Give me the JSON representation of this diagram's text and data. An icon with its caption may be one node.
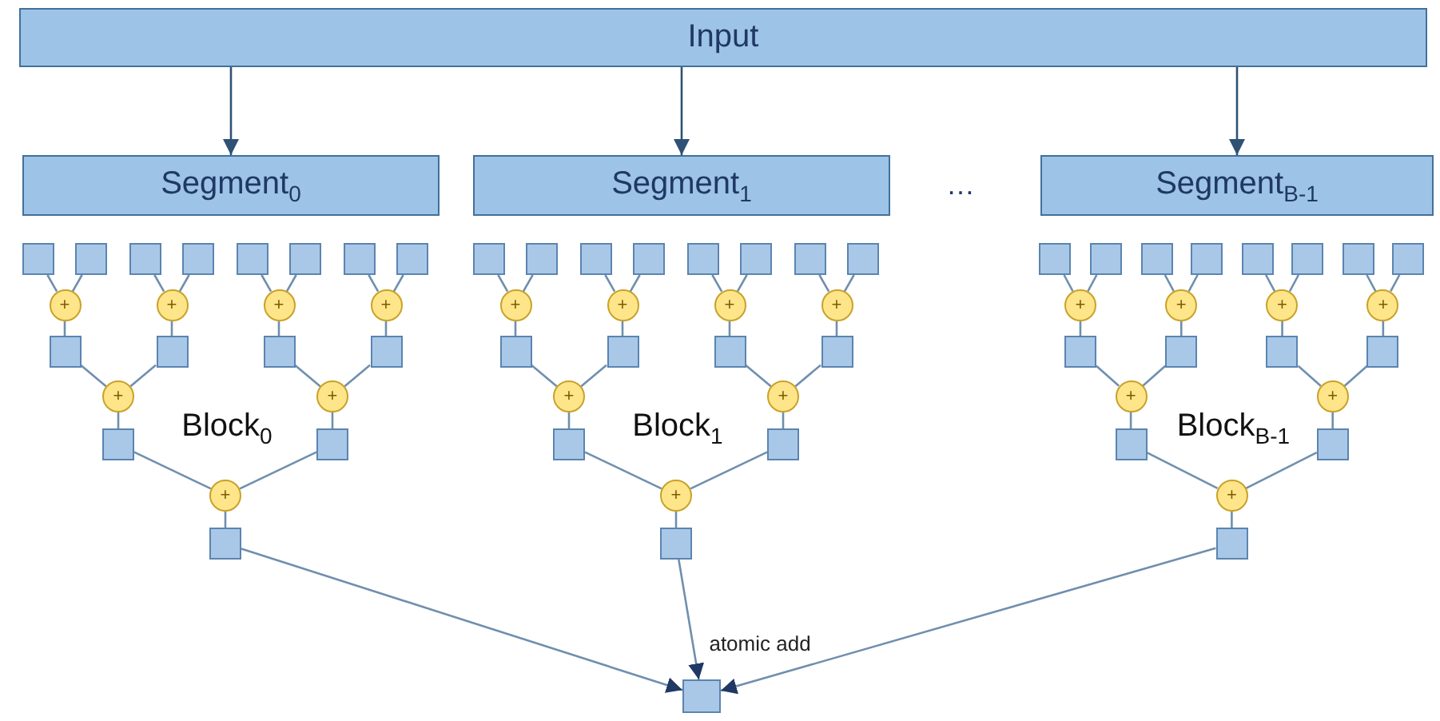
{
  "diagram": {
    "nodes": [
      {
        "text": [
          "Input"
        ]
      },
      {
        "text": [
          "Segment$_{0}$"
        ]
      },
      {
        "text": [
          "Segment$_{1}$"
        ]
      },
      {
        "text": [
          "Segment$_{B-1}$"
        ]
      },
      {
        "text": [],
        "shape": "box"
      },
      {
        "text": [],
        "shape": "box"
      },
      {
        "text": [],
        "shape": "box"
      },
      {
        "text": [],
        "shape": "box"
      },
      {
        "text": [],
        "shape": "box"
      },
      {
        "text": [],
        "shape": "box"
      },
      {
        "text": [],
        "shape": "box"
      },
      {
        "text": [],
        "shape": "box"
      },
      {
        "text": [
          "+"
        ]
      },
      {
        "text": [
          "+"
        ]
      },
      {
        "text": [
          "+"
        ]
      },
      {
        "text": [
          "+"
        ]
      },
      {
        "text": [],
        "shape": "box"
      },
      {
        "text": [],
        "shape": "box"
      },
      {
        "text": [],
        "shape": "box"
      },
      {
        "text": [],
        "shape": "box"
      },
      {
        "text": [
          "+"
        ]
      },
      {
        "text": [
          "+"
        ]
      },
      {
        "text": [],
        "shape": "box"
      },
      {
        "text": [],
        "shape": "box"
      },
      {
        "text": [
          "+"
        ]
      },
      {
        "text": [],
        "shape": "box"
      },
      {
        "text": [],
        "shape": "box"
      },
      {
        "text": [],
        "shape": "box"
      },
      {
        "text": [],
        "shape": "box"
      },
      {
        "text": [],
        "shape": "box"
      },
      {
        "text": [],
        "shape": "box"
      },
      {
        "text": [],
        "shape": "box"
      },
      {
        "text": [],
        "shape": "box"
      },
      {
        "text": [],
        "shape": "box"
      },
      {
        "text": [
          "+"
        ]
      },
      {
        "text": [
          "+"
        ]
      },
      {
        "text": [
          "+"
        ]
      },
      {
        "text": [
          "+"
        ]
      },
      {
        "text": [],
        "shape": "box"
      },
      {
        "text": [],
        "shape": "box"
      },
      {
        "text": [],
        "shape": "box"
      },
      {
        "text": [],
        "shape": "box"
      },
      {
        "text": [
          "+"
        ]
      },
      {
        "text": [
          "+"
        ]
      },
      {
        "text": [],
        "shape": "box"
      },
      {
        "text": [],
        "shape": "box"
      },
      {
        "text": [
          "+"
        ]
      },
      {
        "text": [],
        "shape": "box"
      },
      {
        "text": [],
        "shape": "box"
      },
      {
        "text": [],
        "shape": "box"
      },
      {
        "text": [],
        "shape": "box"
      },
      {
        "text": [],
        "shape": "box"
      },
      {
        "text": [],
        "shape": "box"
      },
      {
        "text": [],
        "shape": "box"
      },
      {
        "text": [],
        "shape": "box"
      },
      {
        "text": [],
        "shape": "box"
      },
      {
        "text": [
          "+"
        ]
      },
      {
        "text": [
          "+"
        ]
      },
      {
        "text": [
          "+"
        ]
      },
      {
        "text": [
          "+"
        ]
      },
      {
        "text": [],
        "shape": "box"
      },
      {
        "text": [],
        "shape": "box"
      },
      {
        "text": [],
        "shape": "box"
      },
      {
        "text": [],
        "shape": "box"
      },
      {
        "text": [
          "+"
        ]
      },
      {
        "text": [
          "+"
        ]
      },
      {
        "text": [],
        "shape": "box"
      },
      {
        "text": [],
        "shape": "box"
      },
      {
        "text": [
          "+"
        ]
      },
      {
        "text": [],
        "shape": "box"
      },
      {
        "text": [],
        "shape": "box"
      }
    ],
    "edges": [
      {
        "from": 0,
        "to": 1,
        "arrow": "to",
        "color": "#2e5175"
      },
      {
        "from": 0,
        "to": 2,
        "arrow": "to",
        "color": "#2e5175"
      },
      {
        "from": 0,
        "to": 3,
        "arrow": "to",
        "color": "#2e5175"
      },
      {
        "from": 4,
        "to": 12,
        "arrow": "none"
      },
      {
        "from": 5,
        "to": 12,
        "arrow": "none"
      },
      {
        "from": 6,
        "to": 13,
        "arrow": "none"
      },
      {
        "from": 7,
        "to": 13,
        "arrow": "none"
      },
      {
        "from": 8,
        "to": 14,
        "arrow": "none"
      },
      {
        "from": 9,
        "to": 14,
        "arrow": "none"
      },
      {
        "from": 10,
        "to": 15,
        "arrow": "none"
      },
      {
        "from": 11,
        "to": 15,
        "arrow": "none"
      },
      {
        "from": 12,
        "to": 16,
        "arrow": "none"
      },
      {
        "from": 13,
        "to": 17,
        "arrow": "none"
      },
      {
        "from": 14,
        "to": 18,
        "arrow": "none"
      },
      {
        "from": 15,
        "to": 19,
        "arrow": "none"
      },
      {
        "from": 16,
        "to": 20,
        "arrow": "none"
      },
      {
        "from": 17,
        "to": 20,
        "arrow": "none"
      },
      {
        "from": 18,
        "to": 21,
        "arrow": "none"
      },
      {
        "from": 19,
        "to": 21,
        "arrow": "none"
      },
      {
        "from": 20,
        "to": 22,
        "arrow": "none"
      },
      {
        "from": 21,
        "to": 23,
        "arrow": "none"
      },
      {
        "from": 22,
        "to": 24,
        "arrow": "none"
      },
      {
        "from": 23,
        "to": 24,
        "arrow": "none"
      },
      {
        "from": 24,
        "to": 25,
        "arrow": "none"
      },
      {
        "from": 26,
        "to": 34,
        "arrow": "none"
      },
      {
        "from": 27,
        "to": 34,
        "arrow": "none"
      },
      {
        "from": 28,
        "to": 35,
        "arrow": "none"
      },
      {
        "from": 29,
        "to": 35,
        "arrow": "none"
      },
      {
        "from": 30,
        "to": 36,
        "arrow": "none"
      },
      {
        "from": 31,
        "to": 36,
        "arrow": "none"
      },
      {
        "from": 32,
        "to": 37,
        "arrow": "none"
      },
      {
        "from": 33,
        "to": 37,
        "arrow": "none"
      },
      {
        "from": 34,
        "to": 38,
        "arrow": "none"
      },
      {
        "from": 35,
        "to": 39,
        "arrow": "none"
      },
      {
        "from": 36,
        "to": 40,
        "arrow": "none"
      },
      {
        "from": 37,
        "to": 41,
        "arrow": "none"
      },
      {
        "from": 38,
        "to": 42,
        "arrow": "none"
      },
      {
        "from": 39,
        "to": 42,
        "arrow": "none"
      },
      {
        "from": 40,
        "to": 43,
        "arrow": "none"
      },
      {
        "from": 41,
        "to": 43,
        "arrow": "none"
      },
      {
        "from": 42,
        "to": 44,
        "arrow": "none"
      },
      {
        "from": 43,
        "to": 45,
        "arrow": "none"
      },
      {
        "from": 44,
        "to": 46,
        "arrow": "none"
      },
      {
        "from": 45,
        "to": 46,
        "arrow": "none"
      },
      {
        "from": 46,
        "to": 47,
        "arrow": "none"
      },
      {
        "from": 48,
        "to": 56,
        "arrow": "none"
      },
      {
        "from": 49,
        "to": 56,
        "arrow": "none"
      },
      {
        "from": 50,
        "to": 57,
        "arrow": "none"
      },
      {
        "from": 51,
        "to": 57,
        "arrow": "none"
      },
      {
        "from": 52,
        "to": 58,
        "arrow": "none"
      },
      {
        "from": 53,
        "to": 58,
        "arrow": "none"
      },
      {
        "from": 54,
        "to": 59,
        "arrow": "none"
      },
      {
        "from": 55,
        "to": 59,
        "arrow": "none"
      },
      {
        "from": 56,
        "to": 60,
        "arrow": "none"
      },
      {
        "from": 57,
        "to": 61,
        "arrow": "none"
      },
      {
        "from": 58,
        "to": 62,
        "arrow": "none"
      },
      {
        "from": 59,
        "to": 63,
        "arrow": "none"
      },
      {
        "from": 60,
        "to": 64,
        "arrow": "none"
      },
      {
        "from": 61,
        "to": 64,
        "arrow": "none"
      },
      {
        "from": 62,
        "to": 65,
        "arrow": "none"
      },
      {
        "from": 63,
        "to": 65,
        "arrow": "none"
      },
      {
        "from": 64,
        "to": 66,
        "arrow": "none"
      },
      {
        "from": 65,
        "to": 67,
        "arrow": "none"
      },
      {
        "from": 66,
        "to": 68,
        "arrow": "none"
      },
      {
        "from": 67,
        "to": 68,
        "arrow": "none"
      },
      {
        "from": 68,
        "to": 69,
        "arrow": "none"
      },
      {
        "from": 25,
        "to": 70,
        "arrow": "to"
      },
      {
        "from": 47,
        "to": 70,
        "arrow": "to",
        "label": "atomic add"
      },
      {
        "from": 69,
        "to": 70,
        "arrow": "to"
      }
    ],
    "labels": [
      "…",
      "Block$_{0}$",
      "Block$_{1}$",
      "Block$_{B-1}$"
    ]
  }
}
